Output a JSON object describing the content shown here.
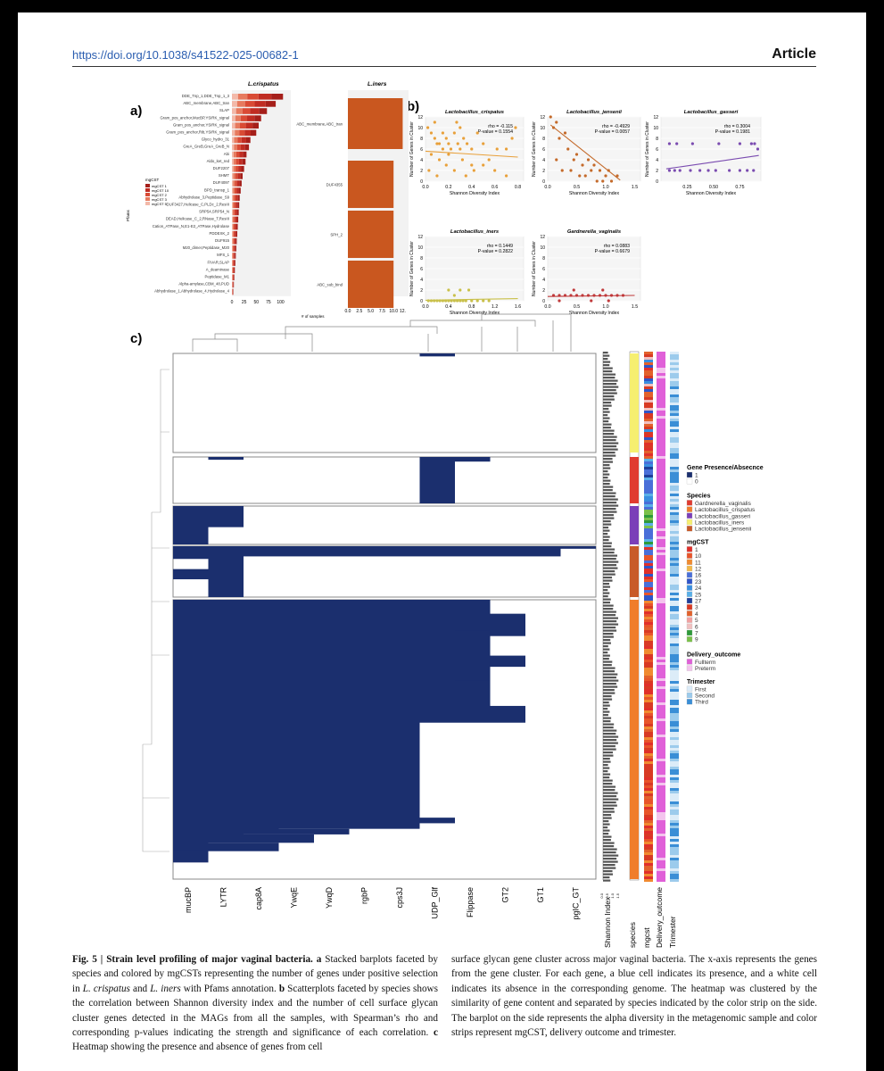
{
  "header": {
    "doi": "https://doi.org/10.1038/s41522-025-00682-1",
    "article_label": "Article"
  },
  "panel_labels": {
    "a": "a)",
    "b": "b)",
    "c": "c)"
  },
  "chart_data": [
    {
      "type": "bar",
      "orientation": "horizontal",
      "facet": "L.crispatus",
      "title": "L.crispatus",
      "ylabel": "Pfams",
      "legend_title": "mgCST",
      "legend": [
        "mgCST 1",
        "mgCST 10",
        "mgCST 2",
        "mgCST 3",
        "mgCST 5"
      ],
      "x_ticks": [
        "0",
        "25",
        "50",
        "75",
        "100"
      ],
      "xlim": [
        0,
        110
      ],
      "categories": [
        "DDE_Tnp_1,DDE_Tnp_1_3",
        "ABC_membrane,ABC_tran",
        "SLAP",
        "Gram_pos_anchor,MucBP,YSIRK_signal",
        "Gram_pos_anchor,YSIRK_signal",
        "Gram_pos_anchor,Rib,YSIRK_signal",
        "Glyco_hydro_31",
        "GreA_GreB,GreA_GreB_N",
        "Abi",
        "Aldo_ket_red",
        "DUF2207",
        "SHMT",
        "DUF4097",
        "BPD_transp_1",
        "Abhydrolase_3,Peptidase_S9",
        "DUF3427,Helicase_C,PLDc_2,ResIII",
        "SRP54,SRP54_N",
        "DEAD,Helicase_C_2,RNase_T,ResIII",
        "Cation_ATPase_N,E1-E2_ATPase,Hydrolase",
        "PDDEXK_2",
        "DUF915",
        "M20_dimer,Peptidase_M20",
        "MFS_1",
        "FIVAR,SLAP",
        "A_deaminase",
        "Peptidase_M1",
        "Alpha-amylase,CBM_48,PUD",
        "Abhydrolase_1,Abhydrolase_4,Hydrolase_4"
      ],
      "values": [
        105,
        90,
        72,
        60,
        55,
        50,
        38,
        35,
        30,
        28,
        25,
        22,
        20,
        18,
        16,
        15,
        14,
        13,
        12,
        11,
        10,
        9,
        8,
        7,
        6,
        5,
        4,
        3
      ]
    },
    {
      "type": "bar",
      "orientation": "horizontal",
      "facet": "L.iners",
      "title": "L.iners",
      "xlabel": "# of samples",
      "x_ticks": [
        "0.0",
        "2.5",
        "5.0",
        "7.5",
        "10.0",
        "12."
      ],
      "xlim": [
        0,
        12.5
      ],
      "categories": [
        "ABC_membrane,ABC_tran",
        "DUF4355",
        "SPH_2",
        "ABC_sub_bind"
      ],
      "values": [
        12,
        10,
        10,
        10
      ]
    },
    {
      "type": "scatter",
      "title": "Lactobacillus_crispatus",
      "xlabel": "Shannon Diversity Index",
      "ylabel": "Number of Genes in Cluster",
      "annotation": [
        "rho = -0.115",
        "P-value = 0.1554"
      ],
      "color": "#e8a03a",
      "xlim": [
        0,
        0.85
      ],
      "ylim": [
        0,
        12
      ],
      "x_ticks": [
        0,
        0.2,
        0.4,
        0.6,
        0.8
      ],
      "x_tick_labels": [
        "0.0",
        "0.2",
        "0.4",
        "0.6",
        "0.8"
      ],
      "y_ticks": [
        0,
        2,
        4,
        6,
        8,
        10,
        12
      ],
      "trend": [
        [
          0,
          5.6
        ],
        [
          0.8,
          4.5
        ]
      ],
      "points": [
        [
          0.02,
          10
        ],
        [
          0.05,
          9
        ],
        [
          0.08,
          8
        ],
        [
          0.1,
          7
        ],
        [
          0.12,
          7
        ],
        [
          0.15,
          6
        ],
        [
          0.18,
          8
        ],
        [
          0.2,
          7
        ],
        [
          0.22,
          6
        ],
        [
          0.25,
          9
        ],
        [
          0.28,
          7
        ],
        [
          0.3,
          6
        ],
        [
          0.33,
          8
        ],
        [
          0.36,
          7
        ],
        [
          0.4,
          6
        ],
        [
          0.45,
          9
        ],
        [
          0.5,
          7
        ],
        [
          0.03,
          2
        ],
        [
          0.1,
          1
        ],
        [
          0.18,
          3
        ],
        [
          0.25,
          2
        ],
        [
          0.35,
          1
        ],
        [
          0.42,
          2
        ],
        [
          0.5,
          3
        ],
        [
          0.6,
          2
        ],
        [
          0.7,
          1
        ],
        [
          0.05,
          5
        ],
        [
          0.12,
          4
        ],
        [
          0.2,
          5
        ],
        [
          0.08,
          11
        ],
        [
          0.3,
          10
        ],
        [
          0.62,
          6
        ],
        [
          0.75,
          8
        ],
        [
          0.78,
          10
        ],
        [
          0.55,
          4
        ],
        [
          0.4,
          3
        ],
        [
          0.15,
          9
        ],
        [
          0.27,
          11
        ],
        [
          0.7,
          6
        ],
        [
          0.32,
          4
        ]
      ]
    },
    {
      "type": "scatter",
      "title": "Lactobacillus_jensenii",
      "xlabel": "Shannon Diversity Index",
      "ylabel": "Number of Genes in Cluster",
      "annotation": [
        "rho = -0.4929",
        "P-value = 0.0057"
      ],
      "color": "#c46a2a",
      "xlim": [
        0,
        1.6
      ],
      "ylim": [
        0,
        12
      ],
      "x_ticks": [
        0,
        0.5,
        1,
        1.5
      ],
      "x_tick_labels": [
        "0.0",
        "0.5",
        "1.0",
        "1.5"
      ],
      "y_ticks": [
        0,
        2,
        4,
        6,
        8,
        10,
        12
      ],
      "trend": [
        [
          0.05,
          10.5
        ],
        [
          1.25,
          0.2
        ]
      ],
      "points": [
        [
          0.05,
          12
        ],
        [
          0.1,
          10
        ],
        [
          0.15,
          11
        ],
        [
          0.2,
          8
        ],
        [
          0.3,
          9
        ],
        [
          0.35,
          6
        ],
        [
          0.45,
          4
        ],
        [
          0.5,
          5
        ],
        [
          0.6,
          3
        ],
        [
          0.7,
          4
        ],
        [
          0.75,
          2
        ],
        [
          0.8,
          3
        ],
        [
          0.9,
          2
        ],
        [
          1.0,
          1
        ],
        [
          1.05,
          2
        ],
        [
          0.4,
          2
        ],
        [
          0.55,
          1
        ],
        [
          0.25,
          2
        ],
        [
          0.65,
          1
        ],
        [
          0.85,
          0
        ],
        [
          1.2,
          1
        ],
        [
          0.95,
          0
        ],
        [
          1.1,
          0
        ],
        [
          0.15,
          4
        ]
      ]
    },
    {
      "type": "scatter",
      "title": "Lactobacillus_gasseri",
      "xlabel": "Shannon Diversity Index",
      "ylabel": "Number of Genes in Cluster",
      "annotation": [
        "rho = 0.3004",
        "P-value = 0.1981"
      ],
      "color": "#7a4bb0",
      "xlim": [
        0,
        0.95
      ],
      "ylim": [
        0,
        12
      ],
      "x_ticks": [
        0.25,
        0.5,
        0.75
      ],
      "x_tick_labels": [
        "0.25",
        "0.50",
        "0.75"
      ],
      "y_ticks": [
        0,
        2,
        4,
        6,
        8,
        10,
        12
      ],
      "trend": [
        [
          0.05,
          2.3
        ],
        [
          0.93,
          4.8
        ]
      ],
      "points": [
        [
          0.08,
          7
        ],
        [
          0.15,
          7
        ],
        [
          0.3,
          7
        ],
        [
          0.55,
          7
        ],
        [
          0.75,
          7
        ],
        [
          0.86,
          7
        ],
        [
          0.08,
          2
        ],
        [
          0.13,
          2
        ],
        [
          0.18,
          2
        ],
        [
          0.28,
          2
        ],
        [
          0.37,
          2
        ],
        [
          0.45,
          2
        ],
        [
          0.52,
          2
        ],
        [
          0.65,
          2
        ],
        [
          0.75,
          2
        ],
        [
          0.82,
          2
        ],
        [
          0.88,
          2
        ],
        [
          0.92,
          6
        ],
        [
          0.89,
          7
        ]
      ]
    },
    {
      "type": "scatter",
      "title": "Lactobacillus_iners",
      "xlabel": "Shannon Diversity Index",
      "ylabel": "Number of Genes in Cluster",
      "annotation": [
        "rho = 0.1449",
        "P-value = 0.2822"
      ],
      "color": "#c9c04a",
      "xlim": [
        0,
        1.7
      ],
      "ylim": [
        0,
        12
      ],
      "x_ticks": [
        0,
        0.4,
        0.8,
        1.2,
        1.6
      ],
      "x_tick_labels": [
        "0.0",
        "0.4",
        "0.8",
        "1.2",
        "1.6"
      ],
      "y_ticks": [
        0,
        2,
        4,
        6,
        8,
        10,
        12
      ],
      "trend": [
        [
          0,
          0.1
        ],
        [
          1.6,
          0.4
        ]
      ],
      "points": [
        [
          0.05,
          0
        ],
        [
          0.1,
          0
        ],
        [
          0.15,
          0
        ],
        [
          0.2,
          0
        ],
        [
          0.25,
          0
        ],
        [
          0.3,
          0
        ],
        [
          0.35,
          0
        ],
        [
          0.4,
          0
        ],
        [
          0.45,
          0
        ],
        [
          0.5,
          0
        ],
        [
          0.55,
          0
        ],
        [
          0.6,
          0
        ],
        [
          0.65,
          0
        ],
        [
          0.7,
          0
        ],
        [
          0.8,
          0
        ],
        [
          0.9,
          0
        ],
        [
          1.0,
          0
        ],
        [
          1.1,
          0
        ],
        [
          0.4,
          2
        ],
        [
          0.6,
          2
        ],
        [
          0.75,
          2
        ],
        [
          0.5,
          1
        ]
      ]
    },
    {
      "type": "scatter",
      "title": "Gardnerella_vaginalis",
      "xlabel": "Shannon Diversity Index",
      "ylabel": "Number of Genes in Cluster",
      "annotation": [
        "rho = 0.0883",
        "P-value = 0.6679"
      ],
      "color": "#c0393a",
      "xlim": [
        0,
        1.6
      ],
      "ylim": [
        0,
        12
      ],
      "x_ticks": [
        0,
        0.5,
        1,
        1.5
      ],
      "x_tick_labels": [
        "0.0",
        "0.5",
        "1.0",
        "1.5"
      ],
      "y_ticks": [
        0,
        2,
        4,
        6,
        8,
        10,
        12
      ],
      "trend": [
        [
          0,
          0.8
        ],
        [
          1.5,
          1.0
        ]
      ],
      "points": [
        [
          0.1,
          1
        ],
        [
          0.2,
          1
        ],
        [
          0.3,
          1
        ],
        [
          0.4,
          1
        ],
        [
          0.5,
          1
        ],
        [
          0.6,
          1
        ],
        [
          0.7,
          1
        ],
        [
          0.8,
          1
        ],
        [
          0.9,
          1
        ],
        [
          1.0,
          1
        ],
        [
          1.1,
          1
        ],
        [
          1.2,
          1
        ],
        [
          1.3,
          1
        ],
        [
          0.45,
          2
        ],
        [
          0.75,
          0
        ],
        [
          0.95,
          2
        ],
        [
          1.05,
          0
        ],
        [
          0.2,
          0
        ]
      ]
    },
    {
      "type": "heatmap",
      "columns": [
        "mucBP",
        "LYTR",
        "cap8A",
        "YwqE",
        "YwqD",
        "rgbP",
        "cps3J",
        "UDP_Glf",
        "Flippase",
        "GT2",
        "GT1",
        "pgIC_GT"
      ],
      "annotation_columns": [
        "Shannon Index",
        "species",
        "mgcst",
        "Delivery_outcome",
        "Trimester"
      ],
      "shannon_ticks": [
        "0.0",
        "0.5",
        "1.0",
        "1.5"
      ],
      "clusters": [
        {
          "species": "Lactobacillus_iners",
          "present": [
            [
              7,
              0.0,
              0.03
            ]
          ]
        },
        {
          "species": "Gardnerella_vaginalis",
          "present": [
            [
              7,
              0.0,
              1.0
            ],
            [
              8,
              0.0,
              0.1
            ],
            [
              1,
              0.0,
              0.06
            ]
          ]
        },
        {
          "species": "Lactobacillus_gasseri",
          "present": [
            [
              0,
              0.0,
              1.0
            ],
            [
              1,
              0.0,
              0.55
            ]
          ]
        },
        {
          "species": "Lactobacillus_jensenii",
          "present": [
            [
              0,
              0.0,
              0.25
            ],
            [
              0,
              0.45,
              0.65
            ],
            [
              1,
              0.0,
              1.0
            ],
            [
              2,
              0.0,
              0.2
            ],
            [
              3,
              0.0,
              0.2
            ],
            [
              4,
              0.0,
              0.2
            ],
            [
              5,
              0.0,
              0.2
            ],
            [
              6,
              0.0,
              0.2
            ],
            [
              7,
              0.0,
              0.2
            ],
            [
              8,
              0.0,
              0.2
            ],
            [
              9,
              0.0,
              0.2
            ],
            [
              10,
              0.0,
              0.2
            ],
            [
              11,
              0.0,
              0.05
            ]
          ]
        },
        {
          "species": "Lactobacillus_crispatus",
          "present": [
            [
              0,
              0.0,
              0.94
            ],
            [
              1,
              0.0,
              0.87
            ],
            [
              2,
              0.0,
              0.84
            ],
            [
              3,
              0.0,
              0.82
            ],
            [
              4,
              0.0,
              0.82
            ],
            [
              5,
              0.0,
              0.82
            ],
            [
              6,
              0.0,
              0.82
            ],
            [
              7,
              0.0,
              0.44
            ],
            [
              8,
              0.0,
              0.44
            ],
            [
              8,
              0.11,
              0.29
            ],
            [
              9,
              0.05,
              0.13
            ],
            [
              9,
              0.2,
              0.24
            ],
            [
              9,
              0.38,
              0.44
            ],
            [
              7,
              0.78,
              0.8
            ]
          ]
        }
      ]
    }
  ],
  "legend": {
    "presence_title": "Gene Presence/Absecnce",
    "presence_items": [
      {
        "label": "1",
        "color": "#1b2f6e"
      },
      {
        "label": "0",
        "color": "#ffffff"
      }
    ],
    "species_title": "Species",
    "species_items": [
      {
        "label": "Gardnerella_vaginalis",
        "color": "#e03b30"
      },
      {
        "label": "Lactobacillus_crispatus",
        "color": "#f07d2a"
      },
      {
        "label": "Lactobacillus_gasseri",
        "color": "#7b3fb8"
      },
      {
        "label": "Lactobacillus_iners",
        "color": "#f6ef70"
      },
      {
        "label": "Lactobacillus_jensenii",
        "color": "#c85a28"
      }
    ],
    "mgcst_title": "mgCST",
    "mgcst_items": [
      {
        "label": "1",
        "color": "#e0302a"
      },
      {
        "label": "10",
        "color": "#e8552a"
      },
      {
        "label": "11",
        "color": "#f08a30"
      },
      {
        "label": "12",
        "color": "#f2b84a"
      },
      {
        "label": "16",
        "color": "#4a6fd8"
      },
      {
        "label": "23",
        "color": "#2f55c8"
      },
      {
        "label": "24",
        "color": "#3a8fe0"
      },
      {
        "label": "25",
        "color": "#5ab0e8"
      },
      {
        "label": "27",
        "color": "#1f3f9a"
      },
      {
        "label": "3",
        "color": "#d83a24"
      },
      {
        "label": "4",
        "color": "#e2622c"
      },
      {
        "label": "5",
        "color": "#f2a0a0"
      },
      {
        "label": "6",
        "color": "#f0c0c0"
      },
      {
        "label": "7",
        "color": "#2e9a3a"
      },
      {
        "label": "9",
        "color": "#7ac04a"
      }
    ],
    "delivery_title": "Delivery_outcome",
    "delivery_items": [
      {
        "label": "Fullterm",
        "color": "#e060d8"
      },
      {
        "label": "Preterm",
        "color": "#f4c4ee"
      }
    ],
    "trimester_title": "Trimester",
    "trimester_items": [
      {
        "label": "First",
        "color": "#dcecf8"
      },
      {
        "label": "Second",
        "color": "#9ccbec"
      },
      {
        "label": "Third",
        "color": "#3a8ed6"
      }
    ]
  },
  "caption": {
    "fig_label": "Fig. 5 |",
    "fig_title": "Strain level profiling of major vaginal bacteria.",
    "col1_a": " a",
    "col1_t1": " Stacked barplots faceted by species and colored by mgCSTs representing the number of genes under positive selection in ",
    "col1_sp1": "L. crispatus",
    "col1_t2": " and ",
    "col1_sp2": "L. iners",
    "col1_t3": " with Pfams annotation.",
    "col1_b": " b",
    "col1_t4": " Scatterplots faceted by species shows the correlation between Shannon diversity index and the number of cell surface glycan cluster genes detected in the MAGs from all the samples, with Spearman’s rho and corresponding p-values indicating the strength and significance of each correlation.",
    "col1_c": " c",
    "col1_t5": " Heatmap showing the presence and absence of genes from cell",
    "col2": "surface glycan gene cluster across major vaginal bacteria. The x-axis represents the genes from the gene cluster. For each gene, a blue cell indicates its presence, and a white cell indicates its absence in the corresponding genome. The heatmap was clustered by the similarity of gene content and separated by species indicated by the color strip on the side. The barplot on the side represents the alpha diversity in the metagenomic sample and color strips represent mgCST, delivery outcome and trimester."
  }
}
